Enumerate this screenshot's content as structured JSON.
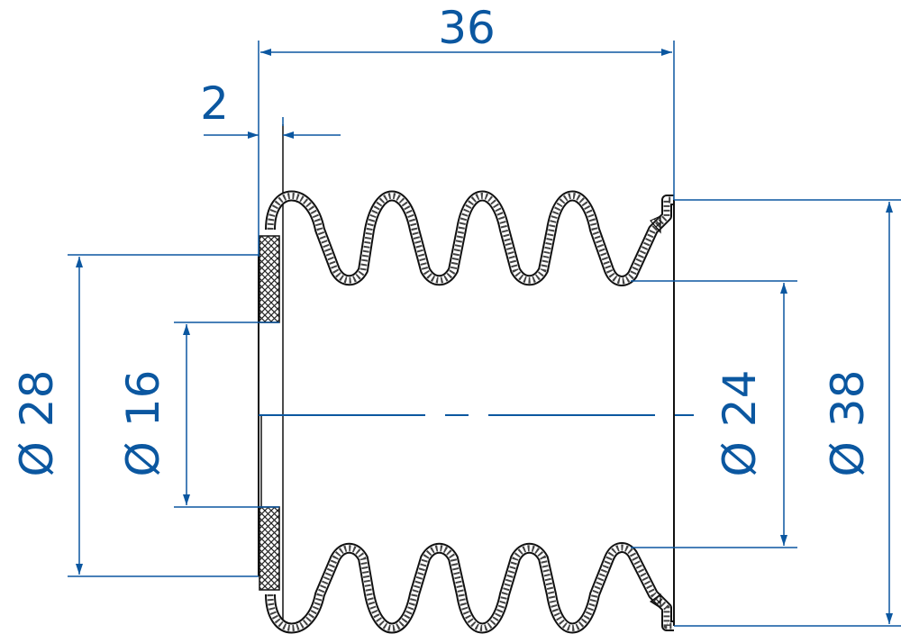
{
  "drawing": {
    "dim_color": "#0b57a0",
    "line_color": "#111111",
    "hatch_color": "#222222",
    "dimensions": {
      "length": "36",
      "wall": "2",
      "d_outer_left": "Ø 28",
      "d_inner_left": "Ø 16",
      "d_inner_right": "Ø 24",
      "d_outer_right": "Ø 38"
    }
  }
}
